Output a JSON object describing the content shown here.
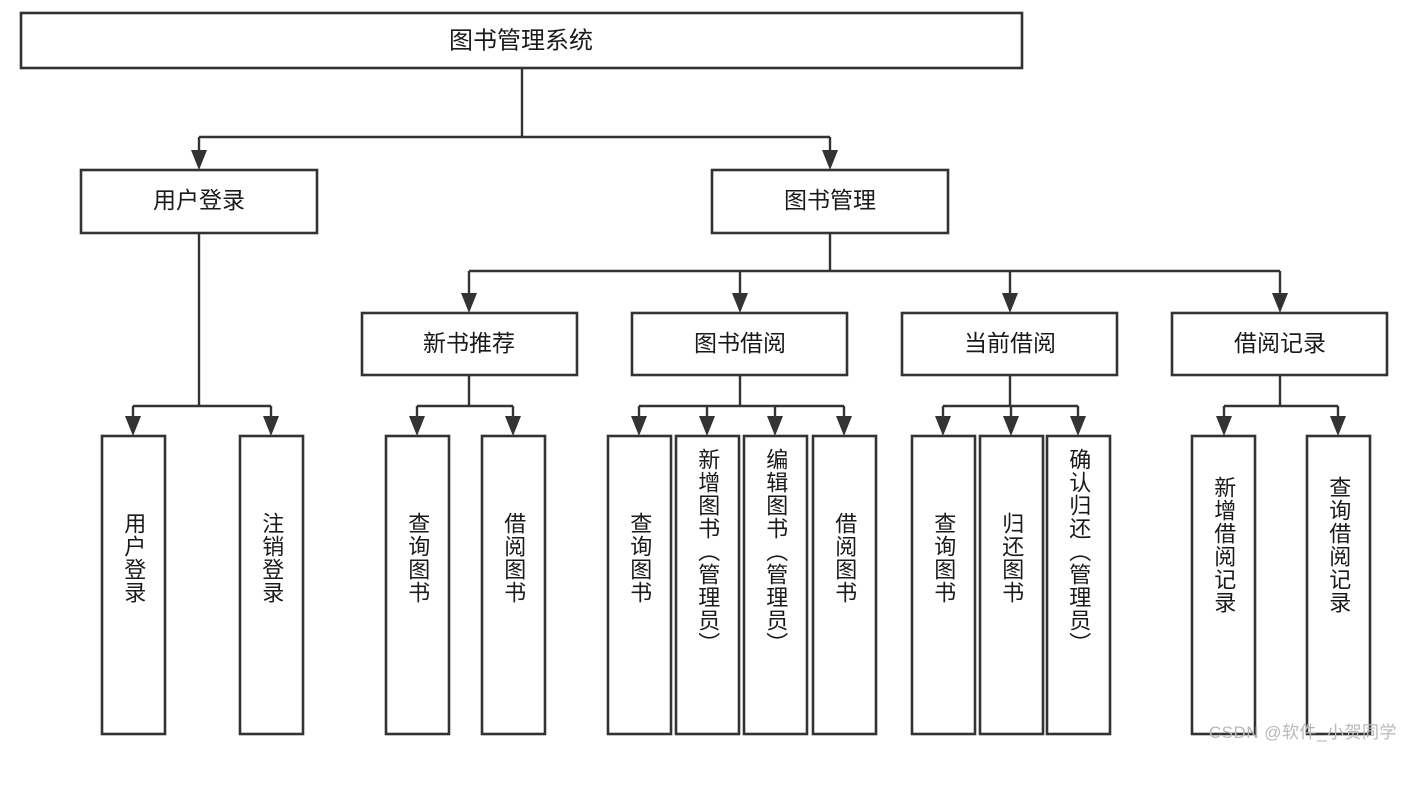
{
  "diagram": {
    "type": "hierarchy-tree",
    "title": "图书管理系统",
    "watermark": "CSDN @软件_小贺同学",
    "colors": {
      "box_stroke": "#333333",
      "box_fill": "#ffffff",
      "text": "#1a1a1a",
      "connector": "#333333",
      "watermark": "#b8b8b8",
      "background": "#ffffff"
    },
    "root": {
      "label": "图书管理系统"
    },
    "level1": [
      {
        "label": "用户登录"
      },
      {
        "label": "图书管理"
      }
    ],
    "level2": [
      {
        "label": "新书推荐"
      },
      {
        "label": "图书借阅"
      },
      {
        "label": "当前借阅"
      },
      {
        "label": "借阅记录"
      }
    ],
    "leaves": {
      "user_login": [
        {
          "label": "用户登录"
        },
        {
          "label": "注销登录"
        }
      ],
      "new_book_recommend": [
        {
          "label": "查询图书"
        },
        {
          "label": "借阅图书"
        }
      ],
      "book_borrow": [
        {
          "label": "查询图书"
        },
        {
          "label": "新增图书（管理员）"
        },
        {
          "label": "编辑图书（管理员）"
        },
        {
          "label": "借阅图书"
        }
      ],
      "current_borrow": [
        {
          "label": "查询图书"
        },
        {
          "label": "归还图书"
        },
        {
          "label": "确认归还（管理员）"
        }
      ],
      "borrow_record": [
        {
          "label": "新增借阅记录"
        },
        {
          "label": "查询借阅记录"
        }
      ]
    }
  }
}
